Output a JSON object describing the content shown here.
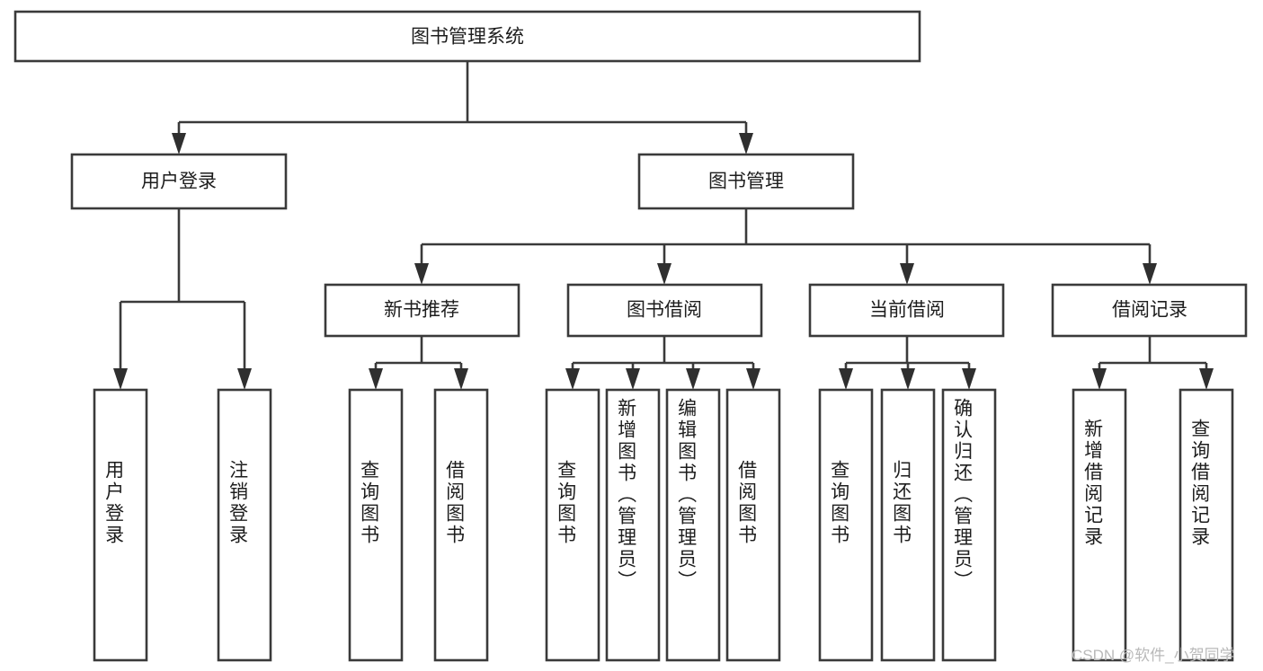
{
  "diagram": {
    "title": "图书管理系统",
    "type": "tree",
    "orientation": "top-down",
    "colors": {
      "box_fill": "#ffffff",
      "box_stroke": "#3a3a3a",
      "connector": "#3a3a3a",
      "arrow": "#2f2f2f",
      "text": "#1d1d1d",
      "watermark": "#b9b9b9",
      "background": "#ffffff"
    },
    "root": {
      "label": "图书管理系统",
      "text_direction": "horizontal"
    },
    "level2": [
      {
        "id": "user-login",
        "label": "用户登录",
        "text_direction": "horizontal"
      },
      {
        "id": "book-management",
        "label": "图书管理",
        "text_direction": "horizontal"
      }
    ],
    "level3": [
      {
        "id": "new-book-recommend",
        "label": "新书推荐",
        "text_direction": "horizontal",
        "parent": "book-management"
      },
      {
        "id": "book-borrow",
        "label": "图书借阅",
        "text_direction": "horizontal",
        "parent": "book-management"
      },
      {
        "id": "current-borrow",
        "label": "当前借阅",
        "text_direction": "horizontal",
        "parent": "book-management"
      },
      {
        "id": "borrow-record",
        "label": "借阅记录",
        "text_direction": "horizontal",
        "parent": "book-management"
      }
    ],
    "leaves": [
      {
        "id": "leaf-user-login",
        "label": "用户登录",
        "parent": "user-login",
        "text_direction": "vertical"
      },
      {
        "id": "leaf-logout",
        "label": "注销登录",
        "parent": "user-login",
        "text_direction": "vertical"
      },
      {
        "id": "leaf-query-book-1",
        "label": "查询图书",
        "parent": "new-book-recommend",
        "text_direction": "vertical"
      },
      {
        "id": "leaf-borrow-book-1",
        "label": "借阅图书",
        "parent": "new-book-recommend",
        "text_direction": "vertical"
      },
      {
        "id": "leaf-query-book-2",
        "label": "查询图书",
        "parent": "book-borrow",
        "text_direction": "vertical"
      },
      {
        "id": "leaf-add-book",
        "label": "新增图书（管理员）",
        "parent": "book-borrow",
        "text_direction": "vertical"
      },
      {
        "id": "leaf-edit-book",
        "label": "编辑图书（管理员）",
        "parent": "book-borrow",
        "text_direction": "vertical"
      },
      {
        "id": "leaf-borrow-book-2",
        "label": "借阅图书",
        "parent": "book-borrow",
        "text_direction": "vertical"
      },
      {
        "id": "leaf-query-book-3",
        "label": "查询图书",
        "parent": "current-borrow",
        "text_direction": "vertical"
      },
      {
        "id": "leaf-return-book",
        "label": "归还图书",
        "parent": "current-borrow",
        "text_direction": "vertical"
      },
      {
        "id": "leaf-confirm-return",
        "label": "确认归还（管理员）",
        "parent": "current-borrow",
        "text_direction": "vertical"
      },
      {
        "id": "leaf-add-record",
        "label": "新增借阅记录",
        "parent": "borrow-record",
        "text_direction": "vertical"
      },
      {
        "id": "leaf-query-record",
        "label": "查询借阅记录",
        "parent": "borrow-record",
        "text_direction": "vertical"
      }
    ],
    "watermark": "CSDN @软件_小贺同学"
  }
}
